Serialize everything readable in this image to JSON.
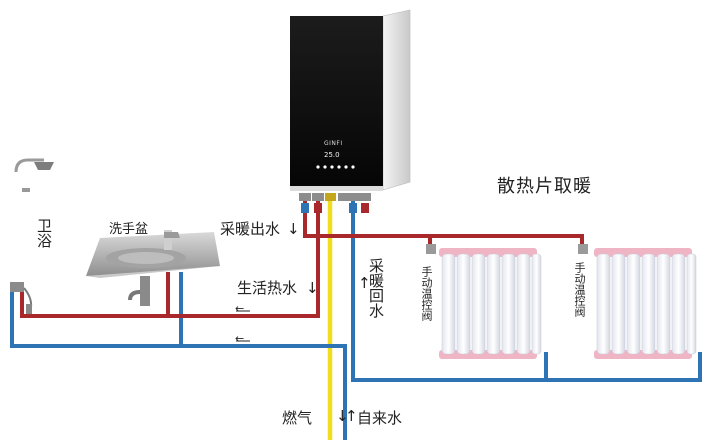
{
  "boiler": {
    "brand": "GINFI",
    "display_temp": "25.0"
  },
  "labels": {
    "title": "散热片取暖",
    "bathroom": "卫浴",
    "basin": "洗手盆",
    "heating_out": "采暖出水",
    "domestic_hot": "生活热水",
    "heating_return": "采暖回水",
    "gas": "燃气",
    "tap_water": "自来水",
    "valve_left": "手动温控阀",
    "valve_right": "手动温控阀"
  },
  "pipe_colors": {
    "hot": "#a8282c",
    "cold": "#2e74b5",
    "gas": "#f0dd1e"
  },
  "flow_arrows": {
    "down": "↓",
    "up": "↑",
    "left": "←"
  }
}
